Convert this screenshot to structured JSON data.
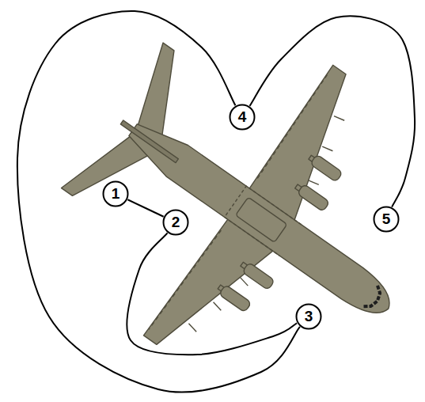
{
  "diagram": {
    "nodes": [
      {
        "text": [
          "1"
        ]
      },
      {
        "text": [
          "2"
        ]
      },
      {
        "text": [
          "3"
        ]
      },
      {
        "text": [
          "4"
        ]
      },
      {
        "text": [
          "5"
        ]
      }
    ],
    "edges": [
      {
        "from": 0,
        "to": 1,
        "arrow": "none"
      },
      {
        "from": 1,
        "to": 2,
        "arrow": "none"
      },
      {
        "from": 2,
        "to": 3,
        "arrow": "none"
      },
      {
        "from": 3,
        "to": 4,
        "arrow": "none"
      }
    ]
  }
}
